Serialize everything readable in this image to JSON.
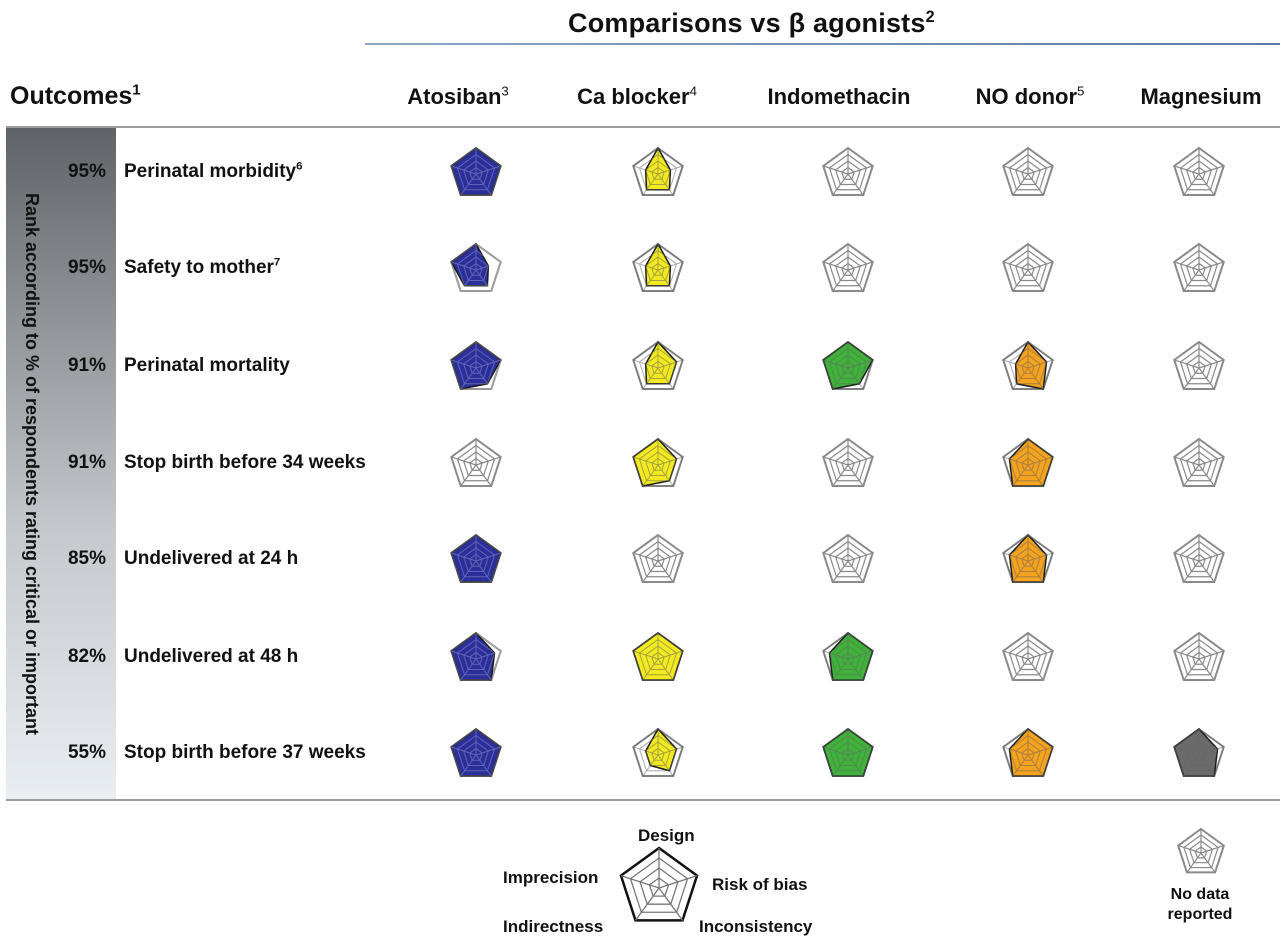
{
  "title": {
    "text": "Comparisons vs  β agonists",
    "sup": "2"
  },
  "outcomes_header": {
    "text": "Outcomes",
    "sup": "1"
  },
  "columns": [
    {
      "label": "Atosiban",
      "sup": "3"
    },
    {
      "label": "Ca blocker",
      "sup": "4"
    },
    {
      "label": "Indomethacin",
      "sup": ""
    },
    {
      "label": "NO donor",
      "sup": "5"
    },
    {
      "label": "Magnesium",
      "sup": ""
    }
  ],
  "rank_label": "Rank according to % of respondents rating critical or important",
  "colors": {
    "atosiban": "#2b2f9a",
    "ca_blocker": "#f2ea1e",
    "indomethacin": "#3fb23a",
    "no_donor": "#f5a21c",
    "magnesium": "#6b6b6b",
    "outline": "#8a8a8a"
  },
  "rows": [
    {
      "pct": "95%",
      "label": "Perinatal morbidity",
      "sup": "6",
      "cells": [
        {
          "status": "filled",
          "shape": [
            1,
            1,
            1,
            1,
            1
          ]
        },
        {
          "status": "filled",
          "shape": [
            1,
            0.5,
            0.75,
            0.75,
            0.5
          ]
        },
        {
          "status": "none"
        },
        {
          "status": "none"
        },
        {
          "status": "none"
        }
      ]
    },
    {
      "pct": "95%",
      "label": "Safety to mother",
      "sup": "7",
      "cells": [
        {
          "status": "filled",
          "shape": [
            1,
            0.5,
            0.75,
            0.75,
            1
          ]
        },
        {
          "status": "filled",
          "shape": [
            1,
            0.5,
            0.75,
            0.75,
            0.5
          ]
        },
        {
          "status": "none"
        },
        {
          "status": "none"
        },
        {
          "status": "none"
        }
      ]
    },
    {
      "pct": "91%",
      "label": "Perinatal mortality",
      "sup": "",
      "cells": [
        {
          "status": "filled",
          "shape": [
            1,
            1,
            0.75,
            1,
            1
          ]
        },
        {
          "status": "filled",
          "shape": [
            1,
            0.75,
            0.75,
            0.75,
            0.5
          ]
        },
        {
          "status": "filled",
          "shape": [
            1,
            1,
            0.75,
            1,
            1
          ]
        },
        {
          "status": "filled",
          "shape": [
            1,
            0.75,
            1,
            0.75,
            0.5
          ]
        },
        {
          "status": "none"
        }
      ]
    },
    {
      "pct": "91%",
      "label": "Stop birth before 34 weeks",
      "sup": "",
      "cells": [
        {
          "status": "none"
        },
        {
          "status": "filled",
          "shape": [
            1,
            0.75,
            0.75,
            1,
            1
          ]
        },
        {
          "status": "none"
        },
        {
          "status": "filled",
          "shape": [
            1,
            1,
            1,
            1,
            0.75
          ]
        },
        {
          "status": "none"
        }
      ]
    },
    {
      "pct": "85%",
      "label": "Undelivered at 24 h",
      "sup": "",
      "cells": [
        {
          "status": "filled",
          "shape": [
            1,
            1,
            1,
            1,
            1
          ]
        },
        {
          "status": "none"
        },
        {
          "status": "none"
        },
        {
          "status": "filled",
          "shape": [
            1,
            0.75,
            1,
            1,
            0.75
          ]
        },
        {
          "status": "none"
        }
      ]
    },
    {
      "pct": "82%",
      "label": "Undelivered at 48 h",
      "sup": "",
      "cells": [
        {
          "status": "filled",
          "shape": [
            1,
            0.75,
            1,
            1,
            1
          ]
        },
        {
          "status": "filled",
          "shape": [
            1,
            1,
            1,
            1,
            1
          ]
        },
        {
          "status": "filled",
          "shape": [
            1,
            1,
            1,
            1,
            0.75
          ]
        },
        {
          "status": "none"
        },
        {
          "status": "none"
        }
      ]
    },
    {
      "pct": "55%",
      "label": "Stop birth before 37 weeks",
      "sup": "",
      "cells": [
        {
          "status": "filled",
          "shape": [
            1,
            1,
            1,
            1,
            1
          ]
        },
        {
          "status": "filled",
          "shape": [
            1,
            0.75,
            0.75,
            0.5,
            0.5
          ]
        },
        {
          "status": "filled",
          "shape": [
            1,
            1,
            1,
            1,
            1
          ]
        },
        {
          "status": "filled",
          "shape": [
            1,
            1,
            1,
            1,
            0.75
          ]
        },
        {
          "status": "filled",
          "shape": [
            1,
            0.75,
            1,
            1,
            1
          ]
        }
      ]
    }
  ],
  "legend": {
    "axes": {
      "top": "Design",
      "upper_right": "Risk of bias",
      "lower_right": "Inconsistency",
      "lower_left": "Indirectness",
      "upper_left": "Imprecision"
    },
    "no_data_label": "No data reported"
  }
}
